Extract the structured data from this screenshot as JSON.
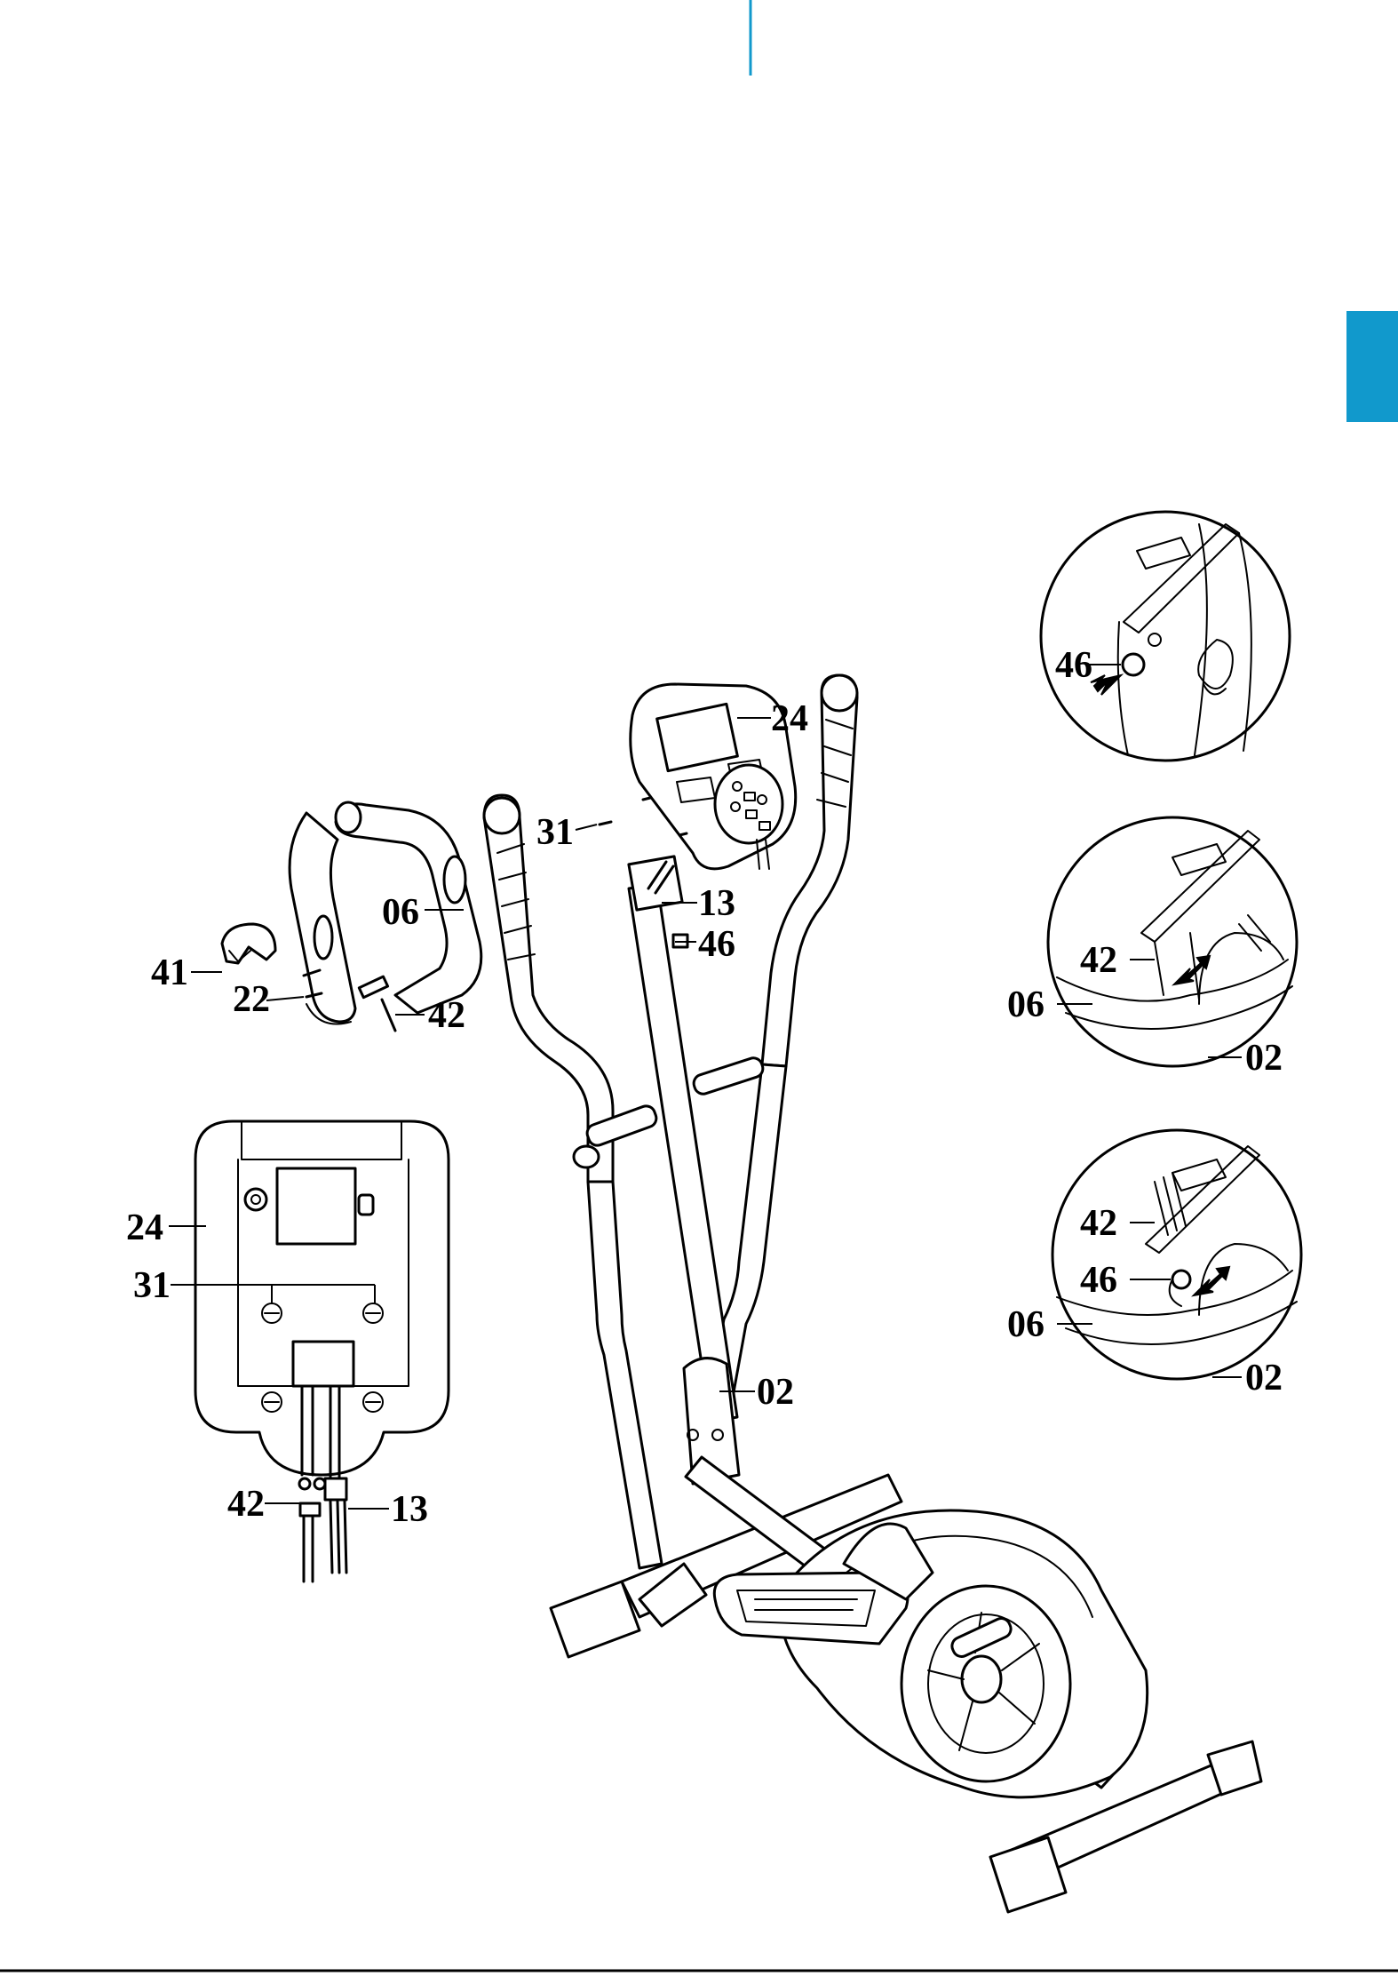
{
  "colors": {
    "accent": "#1199cc",
    "ink": "#000000"
  },
  "labels": {
    "main_24": "24",
    "main_31": "31",
    "main_13": "13",
    "main_46": "46",
    "main_06": "06",
    "main_41": "41",
    "main_22": "22",
    "main_42": "42",
    "main_02": "02",
    "console_24": "24",
    "console_31": "31",
    "console_42": "42",
    "console_13": "13",
    "detail1_46": "46",
    "detail2_42": "42",
    "detail2_06": "06",
    "detail2_02": "02",
    "detail3_42": "42",
    "detail3_46": "46",
    "detail3_06": "06",
    "detail3_02": "02"
  }
}
